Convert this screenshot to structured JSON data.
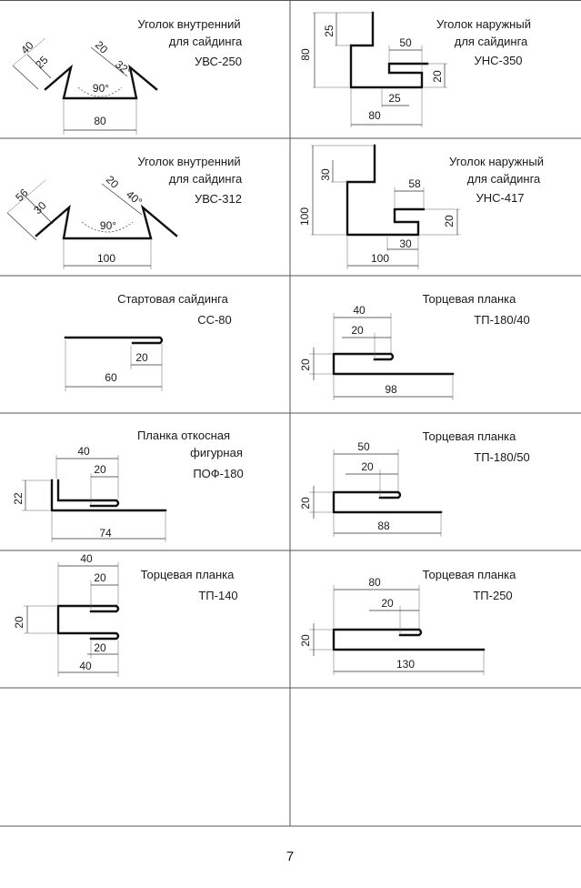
{
  "page_number": "7",
  "items": [
    {
      "id": "uvs250",
      "title1": "Уголок внутренний",
      "title2": "для сайдинга",
      "code": "УВС-250",
      "dims": {
        "a": "40",
        "b": "25",
        "c": "20",
        "angle": "32°",
        "inner_angle": "90°",
        "width": "80"
      }
    },
    {
      "id": "uns350",
      "title1": "Уголок наружный",
      "title2": "для сайдинга",
      "code": "УНС-350",
      "dims": {
        "height": "80",
        "top": "25",
        "shelf": "50",
        "fold": "20",
        "small": "25",
        "width": "80"
      }
    },
    {
      "id": "uvs312",
      "title1": "Уголок внутренний",
      "title2": "для сайдинга",
      "code": "УВС-312",
      "dims": {
        "a": "56",
        "b": "30",
        "c": "20",
        "angle": "40°",
        "inner_angle": "90°",
        "width": "100"
      }
    },
    {
      "id": "uns417",
      "title1": "Уголок наружный",
      "title2": "для сайдинга",
      "code": "УНС-417",
      "dims": {
        "height": "100",
        "top": "30",
        "shelf": "58",
        "fold": "20",
        "small": "30",
        "width": "100"
      }
    },
    {
      "id": "ss80",
      "title1": "Стартовая сайдинга",
      "title2": "",
      "code": "СС-80",
      "dims": {
        "fold": "20",
        "width": "60"
      }
    },
    {
      "id": "tp180_40",
      "title1": "Торцевая планка",
      "title2": "",
      "code": "ТП-180/40",
      "dims": {
        "top": "40",
        "fold": "20",
        "height": "20",
        "width": "98"
      }
    },
    {
      "id": "pof180",
      "title1": "Планка откосная",
      "title2": "фигурная",
      "code": "ПОФ-180",
      "dims": {
        "top": "40",
        "fold": "20",
        "height": "22",
        "width": "74"
      }
    },
    {
      "id": "tp180_50",
      "title1": "Торцевая планка",
      "title2": "",
      "code": "ТП-180/50",
      "dims": {
        "top": "50",
        "fold": "20",
        "height": "20",
        "width": "88"
      }
    },
    {
      "id": "tp140",
      "title1": "Торцевая планка",
      "title2": "",
      "code": "ТП-140",
      "dims": {
        "top": "40",
        "fold_top": "20",
        "height": "20",
        "fold_bottom": "20",
        "width": "40"
      }
    },
    {
      "id": "tp250",
      "title1": "Торцевая планка",
      "title2": "",
      "code": "ТП-250",
      "dims": {
        "top": "80",
        "fold": "20",
        "height": "20",
        "width": "130"
      }
    }
  ]
}
